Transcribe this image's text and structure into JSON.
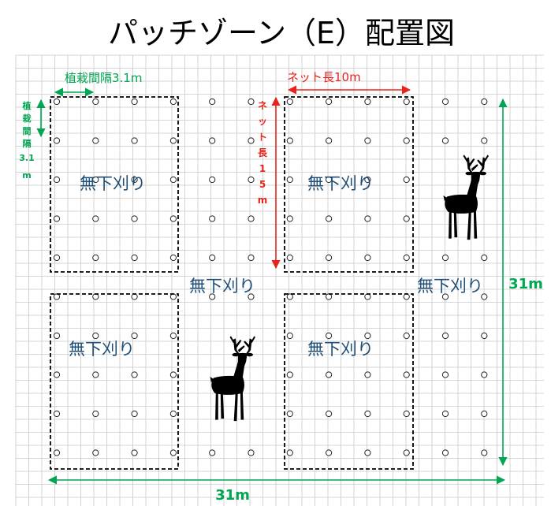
{
  "title": "パッチゾーン（E）配置図",
  "planting_spacing_label": "植栽間隔3.1m",
  "planting_spacing_vertical": [
    "植",
    "栽",
    "間",
    "隔",
    "3.1",
    "m"
  ],
  "net_length_h_label": "ネット長10m",
  "net_length_v": [
    "ネ",
    "ッ",
    "ト",
    "長",
    "1",
    "5",
    "m"
  ],
  "patches": [
    {
      "label": "無下刈り"
    },
    {
      "label": "無下刈り"
    },
    {
      "label": "無下刈り"
    },
    {
      "label": "無下刈り"
    }
  ],
  "between_labels": [
    {
      "label": "無下刈り"
    },
    {
      "label": "無下刈り"
    }
  ],
  "dimension_width": "31m",
  "dimension_height": "31m",
  "icons": [
    "deer-icon",
    "deer-icon"
  ],
  "colors": {
    "title": "#000000",
    "green_dimension": "#00a651",
    "red_net": "#e8231b",
    "patch_label": "#1f4e79",
    "grid": "#c8c8c8",
    "patch_border": "#000000"
  }
}
